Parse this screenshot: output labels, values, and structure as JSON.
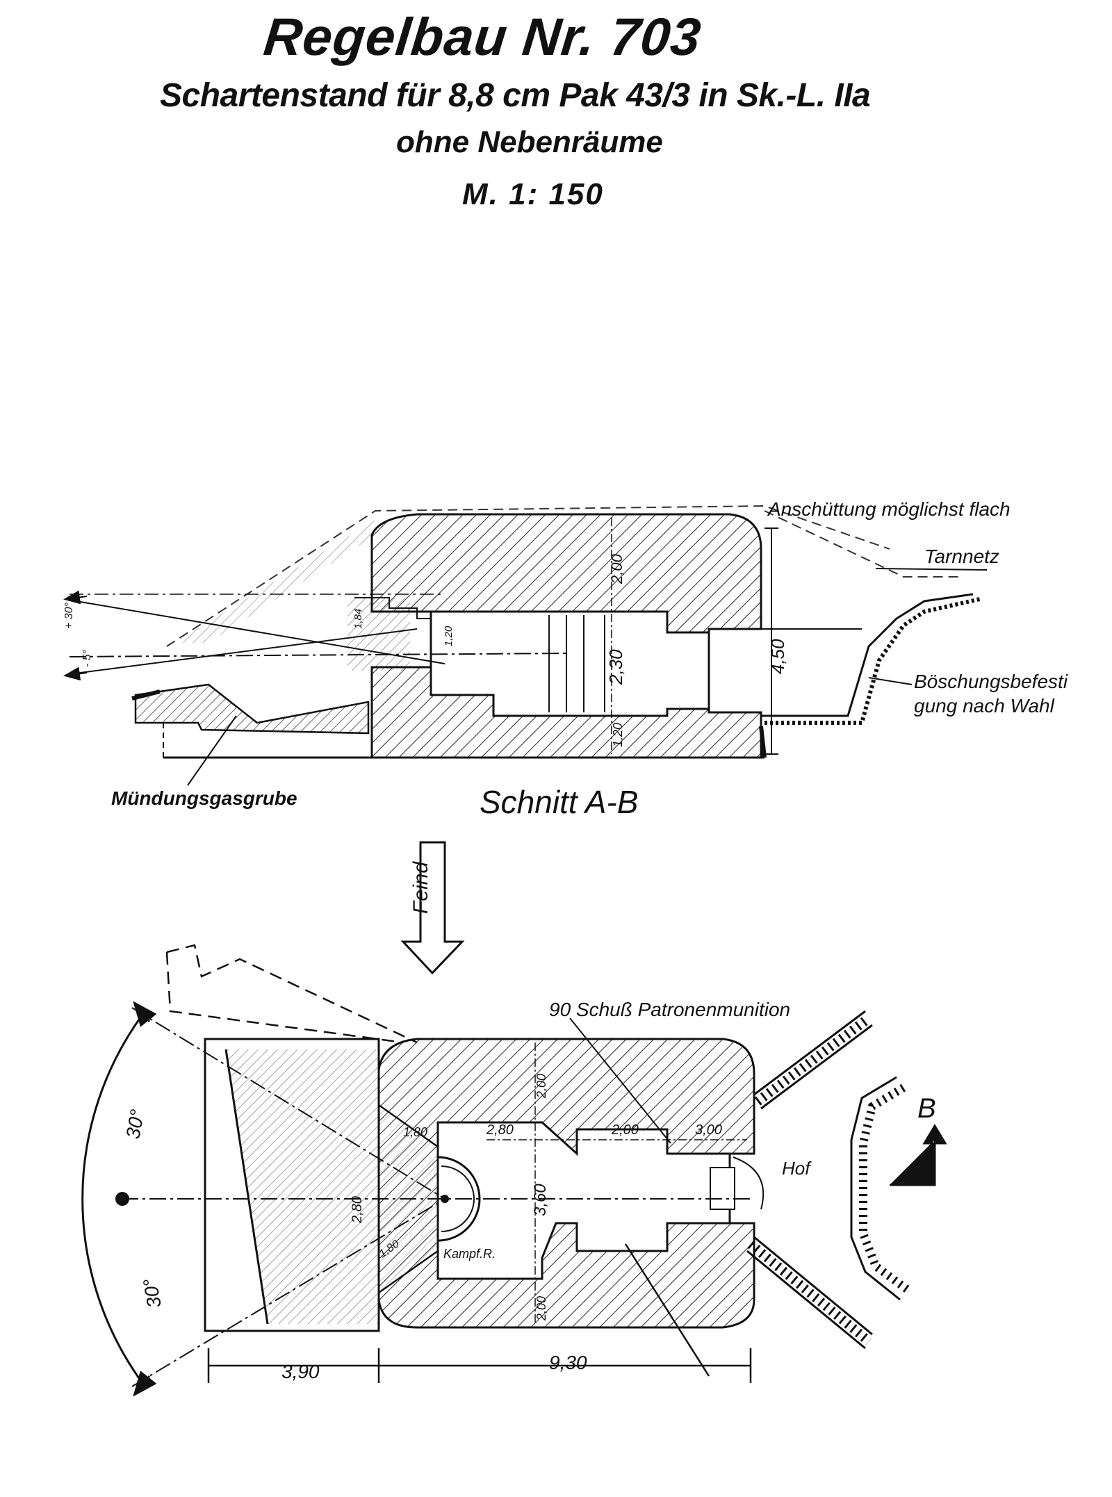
{
  "header": {
    "title": "Regelbau Nr. 703",
    "subtitle": "Schartenstand für 8,8 cm Pak 43/3 in Sk.-L. IIa",
    "subtitle2": "ohne Nebenräume",
    "scale": "M. 1: 150"
  },
  "section": {
    "caption": "Schnitt A-B",
    "labels": {
      "anschuettung": "Anschüttung möglichst flach",
      "tarnnetz": "Tarnnetz",
      "boeschung1": "Böschungsbefesti",
      "boeschung2": "gung nach Wahl",
      "muendung": "Mündungsgasgrube"
    },
    "dims": {
      "top": "2,00",
      "mid": "2,30",
      "bottom": "1,20",
      "total": "4,50",
      "slit_a": "1,20",
      "slit_b": "1,84",
      "angle_a": "+ 30°",
      "angle_b": "- 5°"
    }
  },
  "arrow": {
    "label": "Feind"
  },
  "plan": {
    "labels": {
      "munition": "90 Schuß Patronenmunition",
      "hof": "Hof",
      "kampfraum": "Kampf.R.",
      "marker": "B"
    },
    "dims": {
      "wall_top": "2,00",
      "w1": "2,80",
      "w2": "2,00",
      "w3": "3,00",
      "width_inner": "3,60",
      "wall_bottom": "2,00",
      "left_top": "1,80",
      "depth": "2,80",
      "left_bottom": "1,80",
      "angle_top": "30°",
      "angle_bottom": "30°",
      "span_left": "3,90",
      "span_right": "9,30"
    }
  }
}
